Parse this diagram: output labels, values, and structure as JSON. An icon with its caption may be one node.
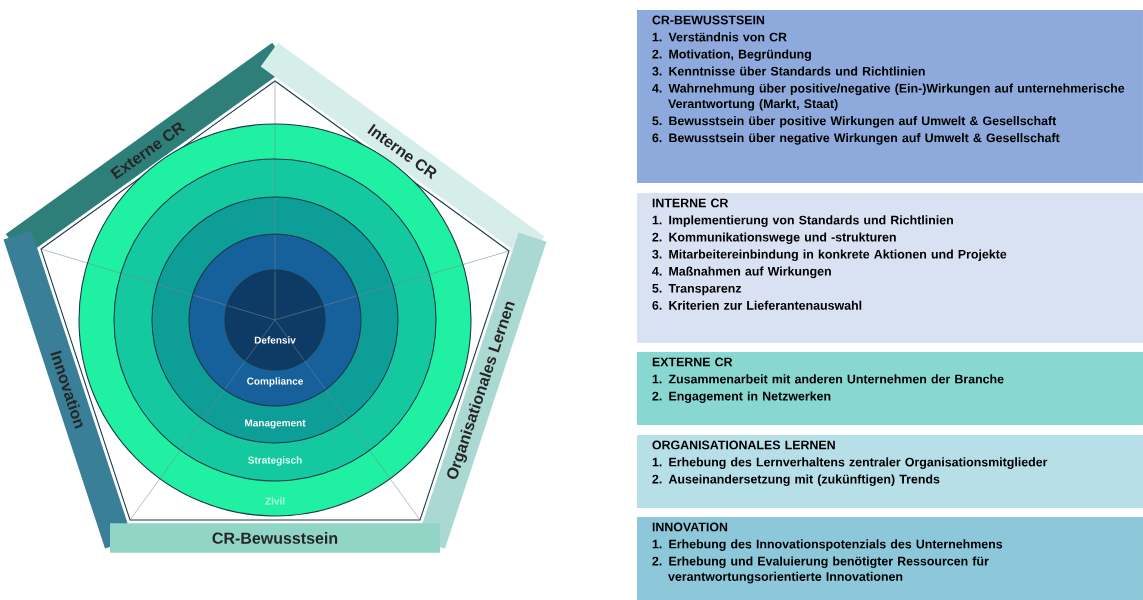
{
  "diagram": {
    "nodes": [
      {
        "text": [
          "Externe CR"
        ]
      },
      {
        "text": [
          "Interne CR"
        ]
      },
      {
        "text": [
          "Innovation"
        ]
      },
      {
        "text": [
          "Organisationales Lernen"
        ]
      },
      {
        "text": [
          "CR-Bewusstsein"
        ]
      },
      {
        "text": [
          "Zivil"
        ]
      },
      {
        "text": [
          "Strategisch"
        ],
        "in": 5
      },
      {
        "text": [
          "Management"
        ],
        "in": 6
      },
      {
        "text": [
          "Compliance"
        ],
        "in": 7
      },
      {
        "text": [
          "Defensiv"
        ],
        "in": 8
      },
      {
        "text": [
          "CR-BEWUSSTSEIN",
          "1. Verständnis von CR",
          "2. Motivation, Begründung",
          "3. Kenntnisse über Standards und Richtlinien",
          "4. Wahrnehmung über positive/negative (Ein-)Wirkungen auf unternehmerische Verantwortung (Markt, Staat)",
          "5. Bewusstsein über positive Wirkungen auf Umwelt & Gesellschaft",
          "6. Bewusstsein über negative Wirkungen auf Umwelt & Gesellschaft"
        ]
      },
      {
        "text": [
          "INTERNE CR",
          "1. Implementierung von Standards und Richtlinien",
          "2. Kommunikationswege und -strukturen",
          "3. Mitarbeitereinbindung in konkrete Aktionen und Projekte",
          "4. Maßnahmen auf Wirkungen",
          "5. Transparenz",
          "6. Kriterien zur Lieferantenauswahl"
        ]
      },
      {
        "text": [
          "EXTERNE CR",
          "1. Zusammenarbeit mit anderen Unternehmen der Branche",
          "2. Engagement in Netzwerken"
        ]
      },
      {
        "text": [
          "ORGANISATIONALES LERNEN",
          "1. Erhebung des Lernverhaltens zentraler Organisationsmitglieder",
          "2. Auseinandersetzung mit (zukünftigen) Trends"
        ]
      },
      {
        "text": [
          "INNOVATION",
          "1. Erhebung des Innovationspotenzials des Unternehmens",
          "2. Erhebung und Evaluierung benötigter Ressourcen für verantwortungsorientierte Innovationen"
        ]
      }
    ]
  }
}
